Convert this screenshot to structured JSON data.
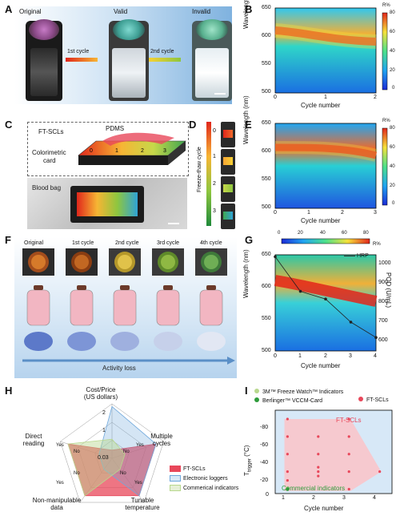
{
  "figure": {
    "panels": {
      "A": {
        "letter": "A",
        "labels": [
          "Original",
          "Valid",
          "Invalid"
        ],
        "arrows": [
          "1st cycle",
          "2nd cycle"
        ]
      },
      "B": {
        "letter": "B",
        "ylabel": "Wavelength (nm)",
        "xlabel": "Cycle number",
        "yticks": [
          "650",
          "600",
          "550",
          "500"
        ],
        "xticks": [
          "0",
          "1",
          "2"
        ],
        "colorbar_title": "R%",
        "colorbar_ticks": [
          "80",
          "60",
          "40",
          "20",
          "0"
        ]
      },
      "C": {
        "letter": "C",
        "labels": [
          "FT-SCLs",
          "PDMS",
          "Colorimetric",
          "card"
        ],
        "card_numbers": [
          "0",
          "1",
          "2",
          "3"
        ],
        "photo_label": "Blood bag"
      },
      "D": {
        "letter": "D",
        "axis_label": "Freeze-thaw cycle",
        "ticks": [
          "0",
          "1",
          "2",
          "3"
        ]
      },
      "E": {
        "letter": "E",
        "ylabel": "Wavelength (nm)",
        "xlabel": "Cycle number",
        "yticks": [
          "650",
          "600",
          "550",
          "500"
        ],
        "xticks": [
          "0",
          "1",
          "2",
          "3"
        ],
        "colorbar_title": "R%",
        "colorbar_ticks": [
          "80",
          "60",
          "40",
          "20",
          "0"
        ]
      },
      "F": {
        "letter": "F",
        "labels": [
          "Original",
          "1st cycle",
          "2nd cycle",
          "3rd cycle",
          "4th cycle"
        ],
        "bottom_label": "Activity loss"
      },
      "G": {
        "letter": "G",
        "ylabel": "Wavelength (nm)",
        "y2label": "POD (U/mL)",
        "xlabel": "Cycle number",
        "yticks": [
          "650",
          "600",
          "550",
          "500"
        ],
        "y2ticks": [
          "1000",
          "900",
          "800",
          "700",
          "600"
        ],
        "xticks": [
          "0",
          "1",
          "2",
          "3",
          "4"
        ],
        "colorbar_ticks": [
          "0",
          "20",
          "40",
          "60",
          "80"
        ],
        "colorbar_title": "R%",
        "legend": "HRP"
      },
      "H": {
        "letter": "H",
        "axes": [
          "Cost/Price (US dollars)",
          "Multiple cycles",
          "Tunable temperature",
          "Non-manipulable data",
          "Direct reading"
        ],
        "axis_line1": [
          "Cost/Price",
          "Multiple",
          "Tunable",
          "Non-manipulable",
          "Direct"
        ],
        "axis_line2": [
          "(US dollars)",
          "cycles",
          "temperature",
          "data",
          "reading"
        ],
        "values_text": [
          "2",
          "1",
          "0.03"
        ],
        "yes_no": [
          "Yes",
          "No",
          "Yes",
          "No",
          "Yes",
          "No",
          "Yes",
          "No"
        ],
        "legend": [
          "FT-SCLs",
          "Electronic loggers",
          "Commerical indicators"
        ]
      },
      "I": {
        "letter": "I",
        "legend": [
          "3M™ Freeze Watch™ Indicators",
          "Berlinger™ VCCM-Card",
          "FT-SCLs"
        ],
        "region_label": "FT-SCLs",
        "commercial_label": "Commercial indicators",
        "ylabel": "T",
        "ylabel_sub": "trigger",
        "ylabel_unit": "(°C)",
        "xlabel": "Cycle number",
        "yticks": [
          "-80",
          "-60",
          "-40",
          "-20",
          "0"
        ],
        "xticks": [
          "1",
          "2",
          "3",
          "4"
        ]
      }
    },
    "colors": {
      "ftscl": "#e8475a",
      "electronic": "#6fa8dc",
      "commercial": "#b8d88e",
      "pink_region": "#f6c9cf",
      "blue_bg": "#d7e8f7"
    }
  },
  "chart_data": [
    {
      "id": "B",
      "type": "heatmap",
      "xlabel": "Cycle number",
      "ylabel": "Wavelength (nm)",
      "xlim": [
        0,
        2
      ],
      "ylim": [
        500,
        650
      ],
      "colorbar_label": "R%",
      "colorbar_range": [
        0,
        80
      ],
      "peak_track": [
        {
          "x": 0,
          "y": 603
        },
        {
          "x": 1,
          "y": 582
        },
        {
          "x": 2,
          "y": 572
        }
      ]
    },
    {
      "id": "E",
      "type": "heatmap",
      "xlabel": "Cycle number",
      "ylabel": "Wavelength (nm)",
      "xlim": [
        0,
        3
      ],
      "ylim": [
        500,
        650
      ],
      "colorbar_label": "R%",
      "colorbar_range": [
        0,
        80
      ],
      "peak_track": [
        {
          "x": 0,
          "y": 595
        },
        {
          "x": 1,
          "y": 594
        },
        {
          "x": 2,
          "y": 592
        },
        {
          "x": 3,
          "y": 585
        }
      ]
    },
    {
      "id": "G",
      "type": "heatmap",
      "xlabel": "Cycle number",
      "ylabel": "Wavelength (nm)",
      "y2label": "POD (U/mL)",
      "xlim": [
        0,
        4
      ],
      "ylim": [
        500,
        650
      ],
      "y2lim": [
        550,
        1050
      ],
      "colorbar_label": "R%",
      "colorbar_range": [
        0,
        80
      ],
      "peak_track": [
        {
          "x": 0,
          "y": 605
        },
        {
          "x": 1,
          "y": 588
        },
        {
          "x": 2,
          "y": 580
        },
        {
          "x": 3,
          "y": 570
        },
        {
          "x": 4,
          "y": 560
        }
      ],
      "series": [
        {
          "name": "HRP",
          "x": [
            0,
            1,
            2,
            3,
            4
          ],
          "values": [
            1040,
            860,
            820,
            700,
            620
          ]
        }
      ]
    },
    {
      "id": "H",
      "type": "radar",
      "axes": [
        "Cost/Price (US dollars)",
        "Multiple cycles",
        "Tunable temperature",
        "Non-manipulable data",
        "Direct reading"
      ],
      "series": [
        {
          "name": "FT-SCLs",
          "values": [
            0.15,
            0.85,
            0.85,
            0.85,
            0.85
          ]
        },
        {
          "name": "Electronic loggers",
          "values": [
            0.95,
            0.85,
            0.85,
            0.25,
            0.25
          ]
        },
        {
          "name": "Commerical indicators",
          "values": [
            0.35,
            0.25,
            0.25,
            0.85,
            0.85
          ]
        }
      ]
    },
    {
      "id": "I",
      "type": "scatter",
      "xlabel": "Cycle number",
      "ylabel": "Ttrigger (°C)",
      "xlim": [
        0.6,
        4.4
      ],
      "ylim": [
        -90,
        5
      ],
      "series": [
        {
          "name": "FT-SCLs",
          "x": [
            1,
            1,
            1,
            1,
            1,
            2,
            2,
            2,
            2,
            2,
            3,
            3,
            3,
            3,
            3,
            4
          ],
          "values": [
            -80,
            -60,
            -40,
            -20,
            -10,
            -60,
            -40,
            -25,
            -20,
            -15,
            -80,
            -60,
            -40,
            -20,
            0,
            -20
          ]
        },
        {
          "name": "3M™ Freeze Watch™ Indicators",
          "x": [
            1
          ],
          "values": [
            -1
          ]
        },
        {
          "name": "Berlinger™ VCCM-Card",
          "x": [
            1
          ],
          "values": [
            0
          ]
        }
      ]
    }
  ]
}
